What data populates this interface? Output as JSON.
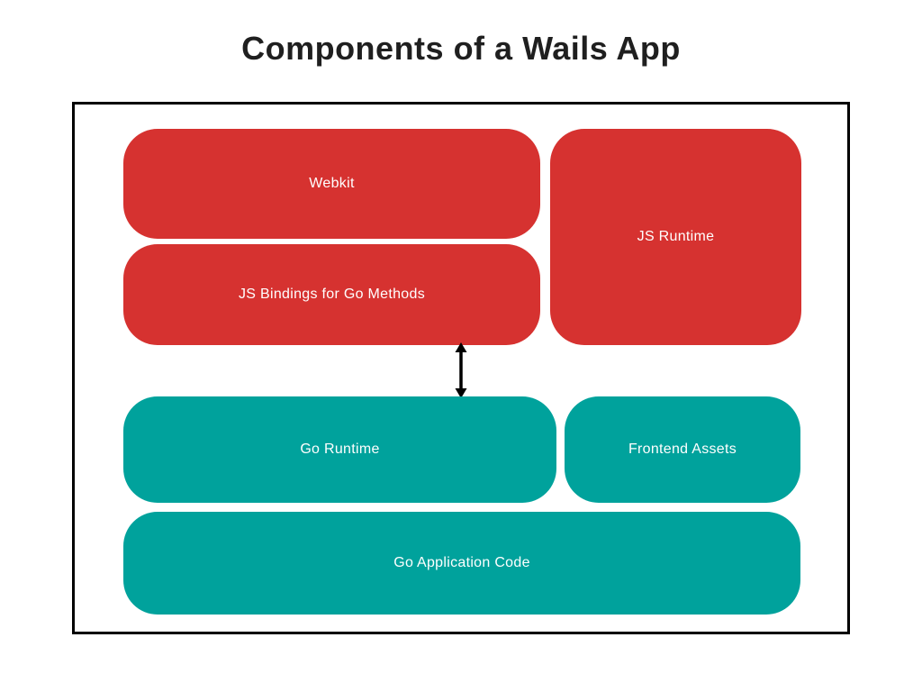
{
  "title": "Components of a Wails App",
  "colors": {
    "red": "#d63230",
    "teal": "#00a29c",
    "label_text": "#ffffff",
    "frame_border": "#000000",
    "arrow": "#000000",
    "title_text": "#1f1f1f"
  },
  "boxes": {
    "webkit": {
      "label": "Webkit",
      "color": "#d63230"
    },
    "js_bindings": {
      "label": "JS Bindings for Go Methods",
      "color": "#d63230"
    },
    "js_runtime": {
      "label": "JS Runtime",
      "color": "#d63230"
    },
    "go_runtime": {
      "label": "Go Runtime",
      "color": "#00a29c"
    },
    "frontend_assets": {
      "label": "Frontend Assets",
      "color": "#00a29c"
    },
    "go_application_code": {
      "label": "Go Application Code",
      "color": "#00a29c"
    }
  },
  "arrow": {
    "type": "double-headed-vertical"
  }
}
